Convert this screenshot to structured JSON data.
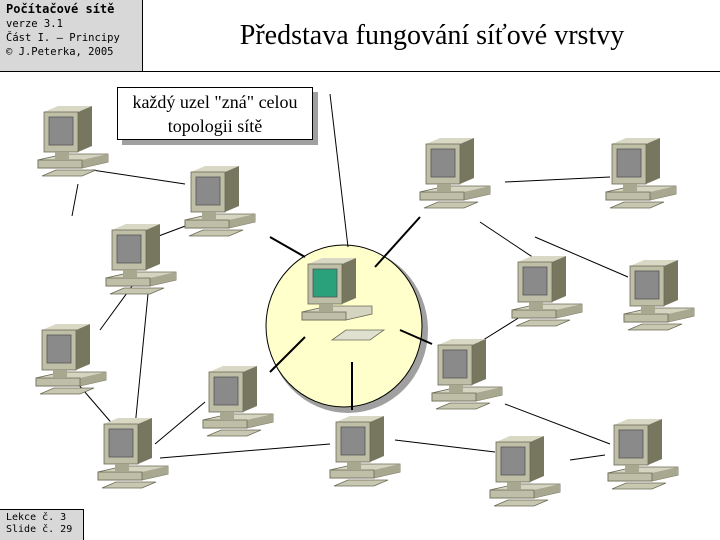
{
  "header": {
    "course": "Počítačové sítě",
    "version": "verze 3.1",
    "part": "Část I. – Principy",
    "copyright": "© J.Peterka, 2005",
    "title": "Představa fungování síťové vrstvy"
  },
  "callout": {
    "line1": "každý uzel \"zná\" celou",
    "line2": "topologii sítě"
  },
  "footer": {
    "lesson": "Lekce č. 3",
    "slide": "Slide č. 29"
  },
  "colors": {
    "computer_body": "#bfbfa8",
    "computer_shadow": "#77775f",
    "screen": "#8a8a8a",
    "center_screen": "#2aa17a",
    "highlight_circle": "#ffffcc"
  },
  "icons": [
    "computer-icon",
    "central-computer-icon"
  ]
}
